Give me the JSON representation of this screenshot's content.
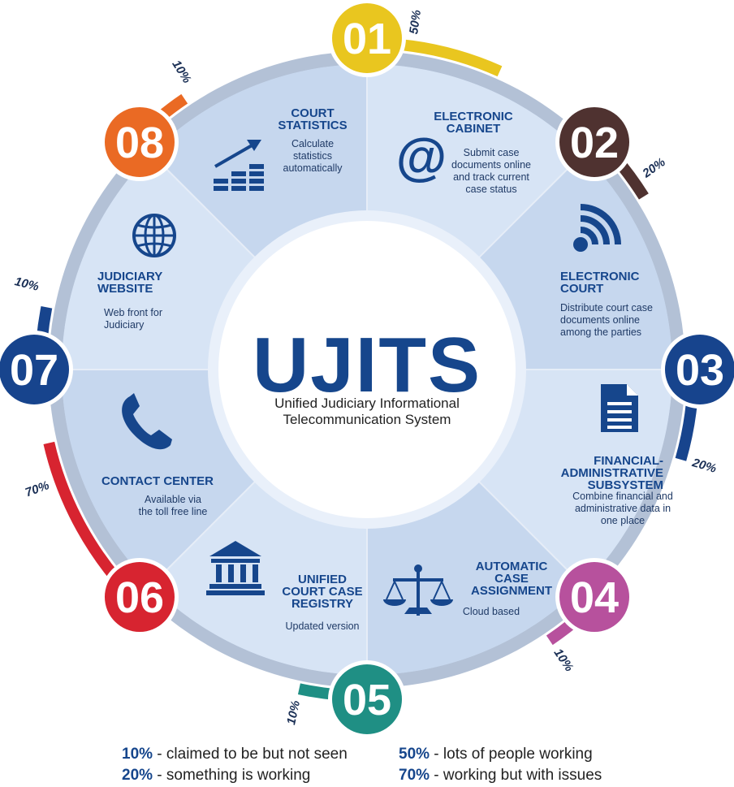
{
  "center": {
    "title": "UJITS",
    "subtitle_line1": "Unified Judiciary Informational",
    "subtitle_line2": "Telecommunication System"
  },
  "colors": {
    "ring": "#b3c1d6",
    "outer_disc": "#c9d9ef",
    "wedge_light": "#d7e4f5",
    "wedge_dark": "#c6d7ee",
    "inner_ring": "#e9f0fa",
    "title": "#16468c",
    "text": "#1f3a66"
  },
  "sections": [
    {
      "num": "01",
      "color": "#e9c61f",
      "progress": "50%",
      "title": [
        "ELECTRONIC",
        "CABINET"
      ],
      "desc": [
        "Submit case",
        "documents online",
        "and track current",
        "case status"
      ],
      "icon": "at-sign-icon"
    },
    {
      "num": "02",
      "color": "#4f3230",
      "progress": "20%",
      "title": [
        "ELECTRONIC",
        "COURT"
      ],
      "desc": [
        "Distribute court case",
        "documents online",
        "among the parties"
      ],
      "icon": "wireless-signal-icon"
    },
    {
      "num": "03",
      "color": "#17448d",
      "progress": "20%",
      "title": [
        "FINANCIAL-",
        "ADMINISTRATIVE",
        "SUBSYSTEM"
      ],
      "desc": [
        "Combine financial and",
        "administrative data in",
        "one place"
      ],
      "icon": "document-icon"
    },
    {
      "num": "04",
      "color": "#b7519d",
      "progress": "10%",
      "title": [
        "AUTOMATIC",
        "CASE",
        "ASSIGNMENT"
      ],
      "desc": [
        "Cloud based"
      ],
      "icon": "scales-icon"
    },
    {
      "num": "05",
      "color": "#1f8f84",
      "progress": "10%",
      "title": [
        "UNIFIED",
        "COURT CASE",
        "REGISTRY"
      ],
      "desc": [
        "Updated version"
      ],
      "icon": "courthouse-icon"
    },
    {
      "num": "06",
      "color": "#d72430",
      "progress": "70%",
      "title": [
        "CONTACT CENTER"
      ],
      "desc": [
        "Available via",
        "the toll free line"
      ],
      "icon": "phone-icon"
    },
    {
      "num": "07",
      "color": "#17448d",
      "progress": "10%",
      "title": [
        "JUDICIARY",
        "WEBSITE"
      ],
      "desc": [
        "Web front for",
        "Judiciary"
      ],
      "icon": "globe-icon"
    },
    {
      "num": "08",
      "color": "#ea6a24",
      "progress": "10%",
      "title": [
        "COURT",
        "STATISTICS"
      ],
      "desc": [
        "Calculate",
        "statistics",
        "automatically"
      ],
      "icon": "bar-chart-growth-icon"
    }
  ],
  "legend": [
    {
      "pct": "10%",
      "text": " - claimed to be but not seen"
    },
    {
      "pct": "20%",
      "text": " - something is working"
    },
    {
      "pct": "50%",
      "text": " - lots of people working"
    },
    {
      "pct": "70%",
      "text": " - working but with issues"
    }
  ]
}
